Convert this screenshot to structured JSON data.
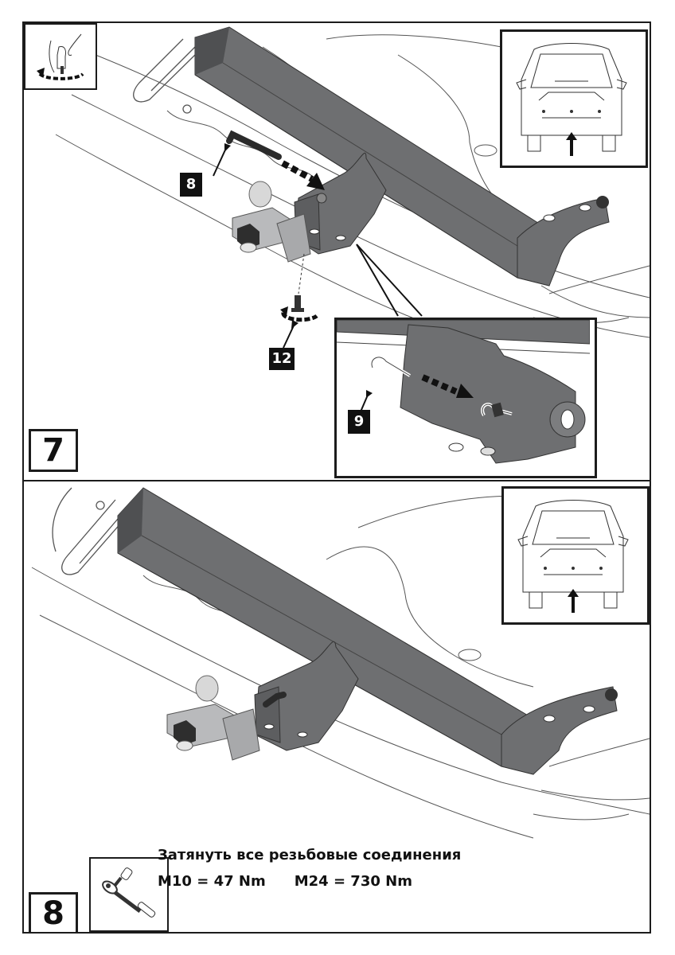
{
  "document": {
    "type": "tow-bar installation instruction sheet"
  },
  "steps": [
    {
      "number": "7",
      "tool_icon": "hand-tighten-icon",
      "vehicle_view_icon": "car-rear-view-icon",
      "callouts": [
        {
          "label": "8",
          "part": "pin"
        },
        {
          "label": "12",
          "part": "bolt"
        },
        {
          "label": "9",
          "part": "spring-clip"
        }
      ],
      "detail_inset": true
    },
    {
      "number": "8",
      "tool_icon": "torque-wrench-icon",
      "vehicle_view_icon": "car-rear-view-icon",
      "instruction": "Затянуть все резьбовые соединения",
      "torque_specs": [
        {
          "bolt": "M10",
          "value": "47",
          "unit": "Nm",
          "text": "M10 = 47 Nm"
        },
        {
          "bolt": "M24",
          "value": "730",
          "unit": "Nm",
          "text": "M24 = 730 Nm"
        }
      ]
    }
  ],
  "colors": {
    "frame": "#1c1c1c",
    "steel": "#6e6f71",
    "steel_dark": "#4f5052",
    "steel_light": "#8a8b8d",
    "bracket_light": "#b9babc",
    "outline": "#333333"
  }
}
